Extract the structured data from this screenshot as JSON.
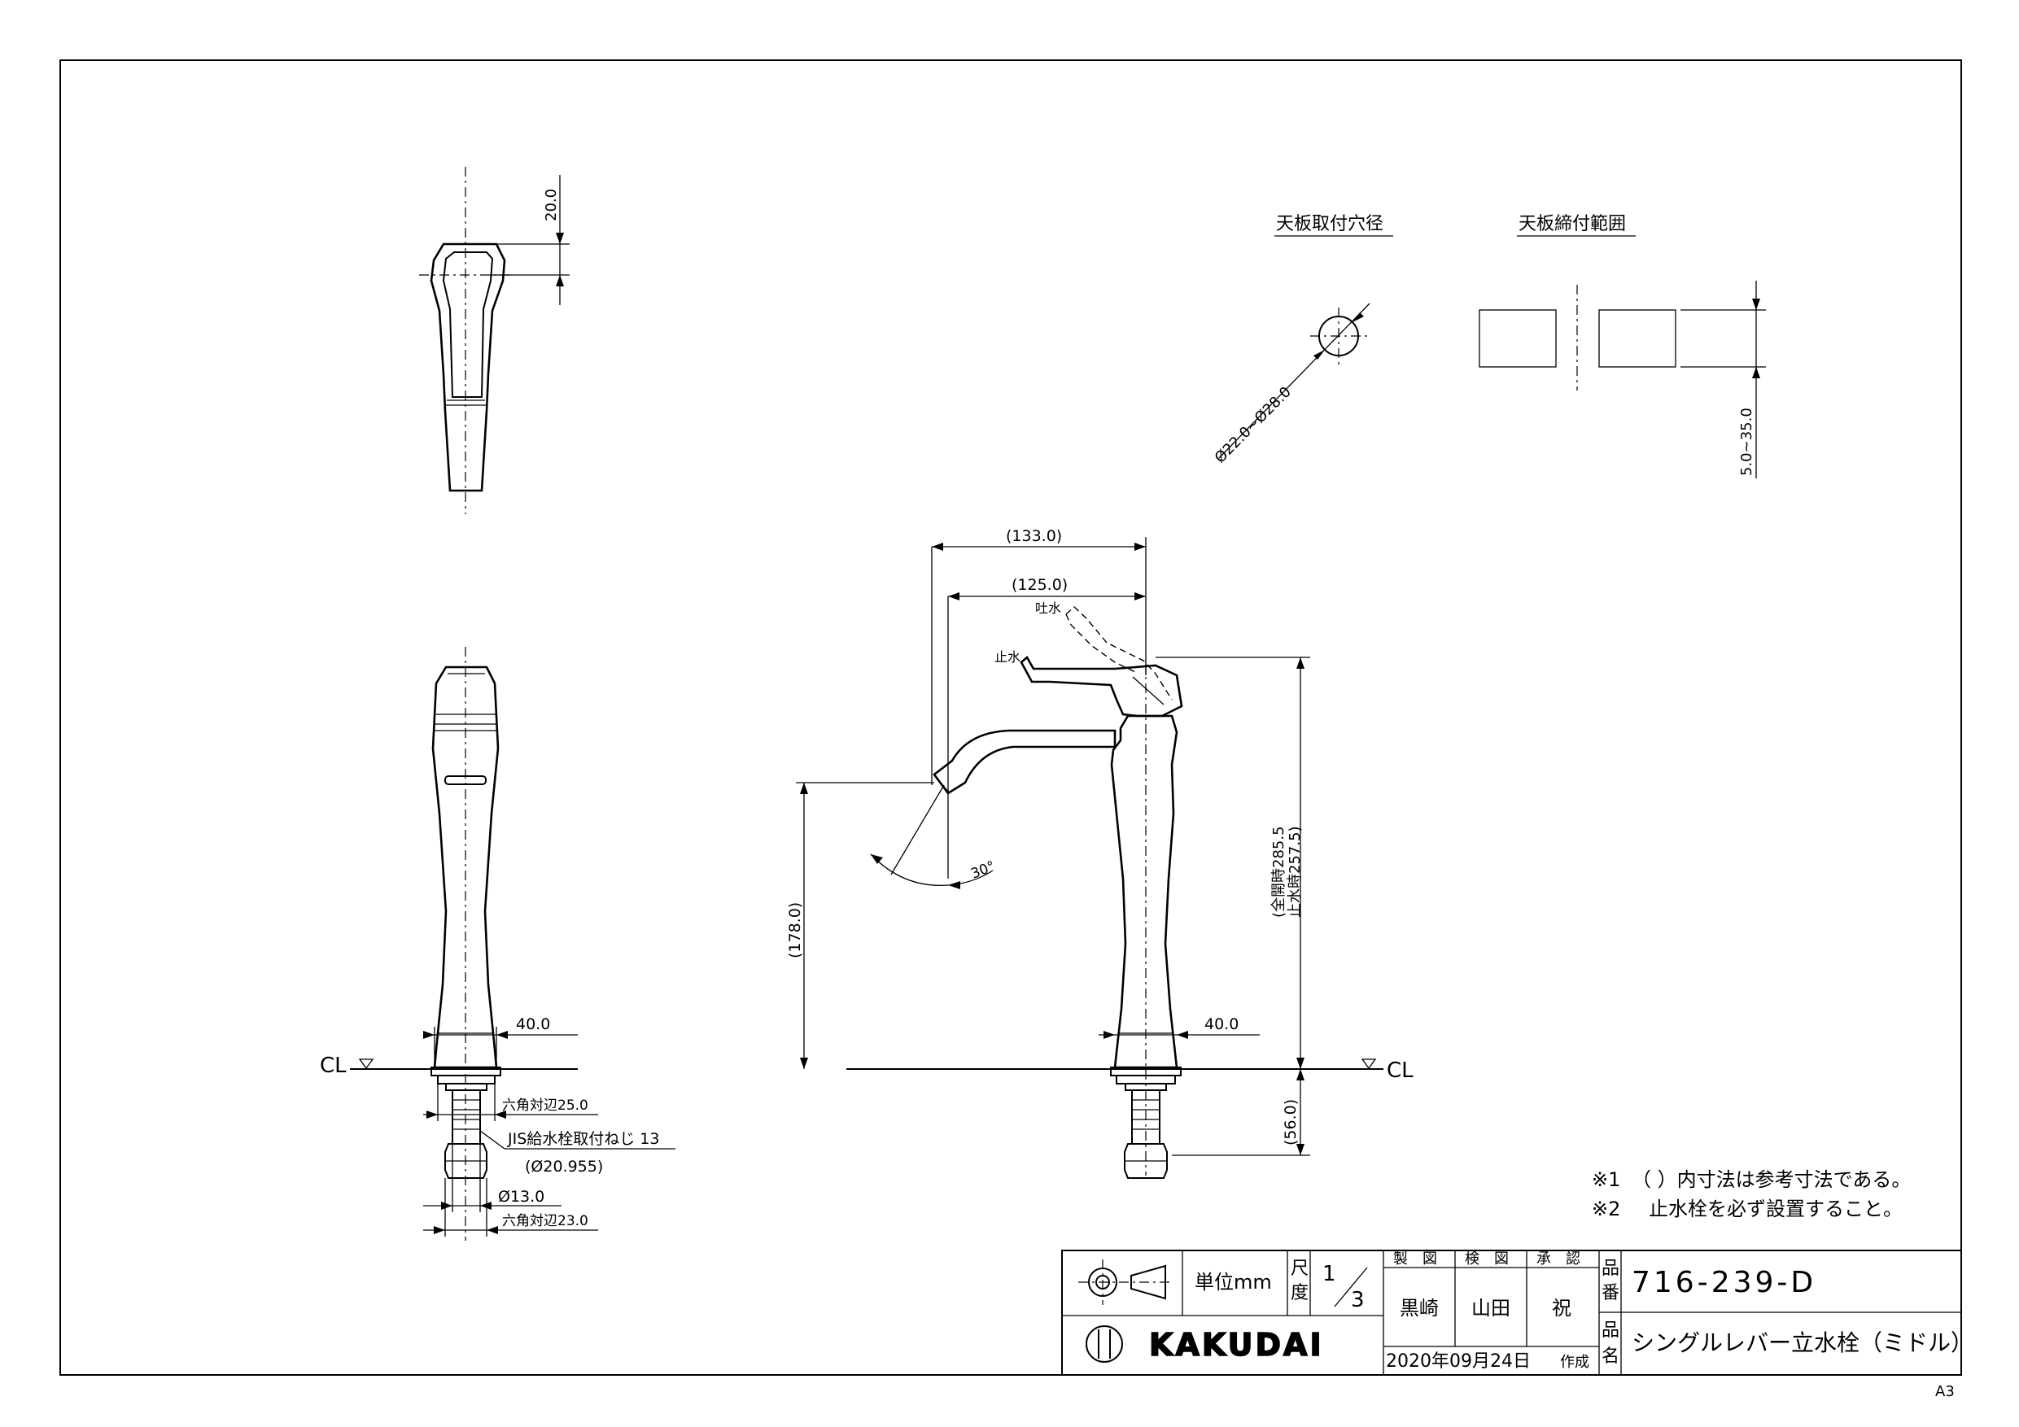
{
  "dimensions": {
    "top_view_height": "20.0",
    "hole_diameter": "Ø22.0~Ø28.0",
    "counter_thickness": "5.0~35.0",
    "overall_width": "(133.0)",
    "spout_reach": "(125.0)",
    "total_height_open_full": "(全開時285.5",
    "total_height_open_closed": "止水時257.5)",
    "spout_height": "(178.0)",
    "front_base_width": "40.0",
    "side_base_width": "40.0",
    "below_counter": "(56.0)",
    "hex_nut_25": "六角対辺25.0",
    "jis_thread": "JIS給水栓取付ねじ 13",
    "thread_diameter": "(Ø20.955)",
    "pipe_diameter": "Ø13.0",
    "hex_nut_23": "六角対辺23.0",
    "lever_angle": "30°"
  },
  "labels": {
    "hole_title": "天板取付穴径",
    "clamp_title": "天板締付範囲",
    "discharge": "吐水",
    "stop": "止水",
    "cl_left": "CL",
    "cl_right": "CL"
  },
  "notes": [
    {
      "mark": "※1",
      "text": "（ ）内寸法は参考寸法である。"
    },
    {
      "mark": "※2",
      "text": "止水栓を必ず設置すること。"
    }
  ],
  "title_block": {
    "unit_label": "単位mm",
    "scale_label_1": "尺",
    "scale_label_2": "度",
    "scale_num": "1",
    "scale_den": "3",
    "drawn_header": "製　図",
    "checked_header": "検　図",
    "approved_header": "承　認",
    "drawn_by": "黒崎",
    "checked_by": "山田",
    "approved_by": "祝",
    "product_no_label_1": "品",
    "product_no_label_2": "番",
    "product_no": "716-239-D",
    "product_name_label_1": "品",
    "product_name_label_2": "名",
    "product_name": "シングルレバー立水栓（ミドル）",
    "date": "2020年09月24日",
    "date_suffix": "作成",
    "company": "KAKUDAI"
  },
  "paper_size": "A3"
}
